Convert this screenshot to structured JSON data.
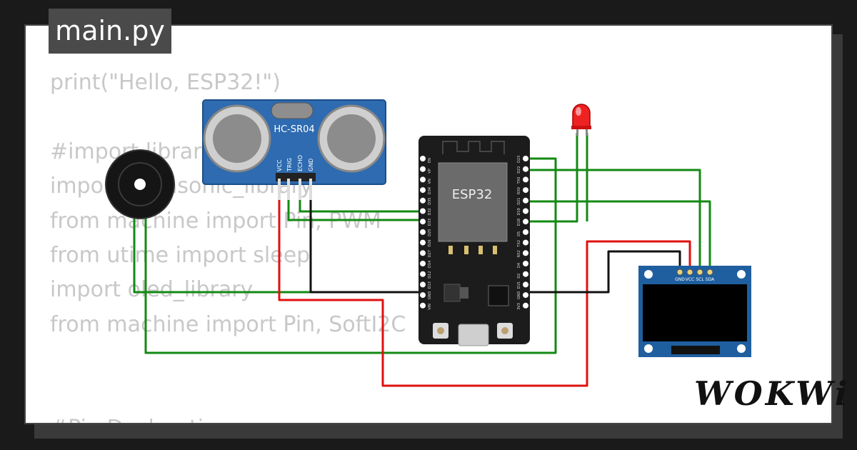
{
  "tab": {
    "filename": "main.py"
  },
  "code_lines": [
    "print(\"Hello, ESP32!\")",
    "",
    "#import libraries",
    "import ultrasonic_library",
    "from machine import Pin, PWM",
    "from utime import sleep",
    "import oled_library",
    "from machine import Pin, SoftI2C",
    "",
    "",
    "#Pin Declaration"
  ],
  "components": {
    "ultrasonic": {
      "label": "HC-SR04",
      "pins": [
        "VCC",
        "TRIG",
        "ECHO",
        "GND"
      ]
    },
    "esp32": {
      "label": "ESP32",
      "left_pins": [
        "EN",
        "VP",
        "VN",
        "D34",
        "D35",
        "D32",
        "D33",
        "D25",
        "D26",
        "D27",
        "D14",
        "D12",
        "D13",
        "GND",
        "VIN"
      ],
      "right_pins": [
        "D23",
        "D22",
        "TX0",
        "RX0",
        "D21",
        "D19",
        "D18",
        "D5",
        "TX2",
        "RX2",
        "D4",
        "D2",
        "D15",
        "GND",
        "3V3"
      ]
    },
    "oled": {
      "pins": [
        "GND",
        "VCC",
        "SCL",
        "SDA"
      ]
    },
    "led": {
      "color": "red"
    },
    "buzzer": {
      "color": "black"
    }
  },
  "wire_colors": {
    "signal": "#138a13",
    "power": "#e01010",
    "ground": "#111111"
  },
  "brand": {
    "logo": "WOKWi"
  }
}
